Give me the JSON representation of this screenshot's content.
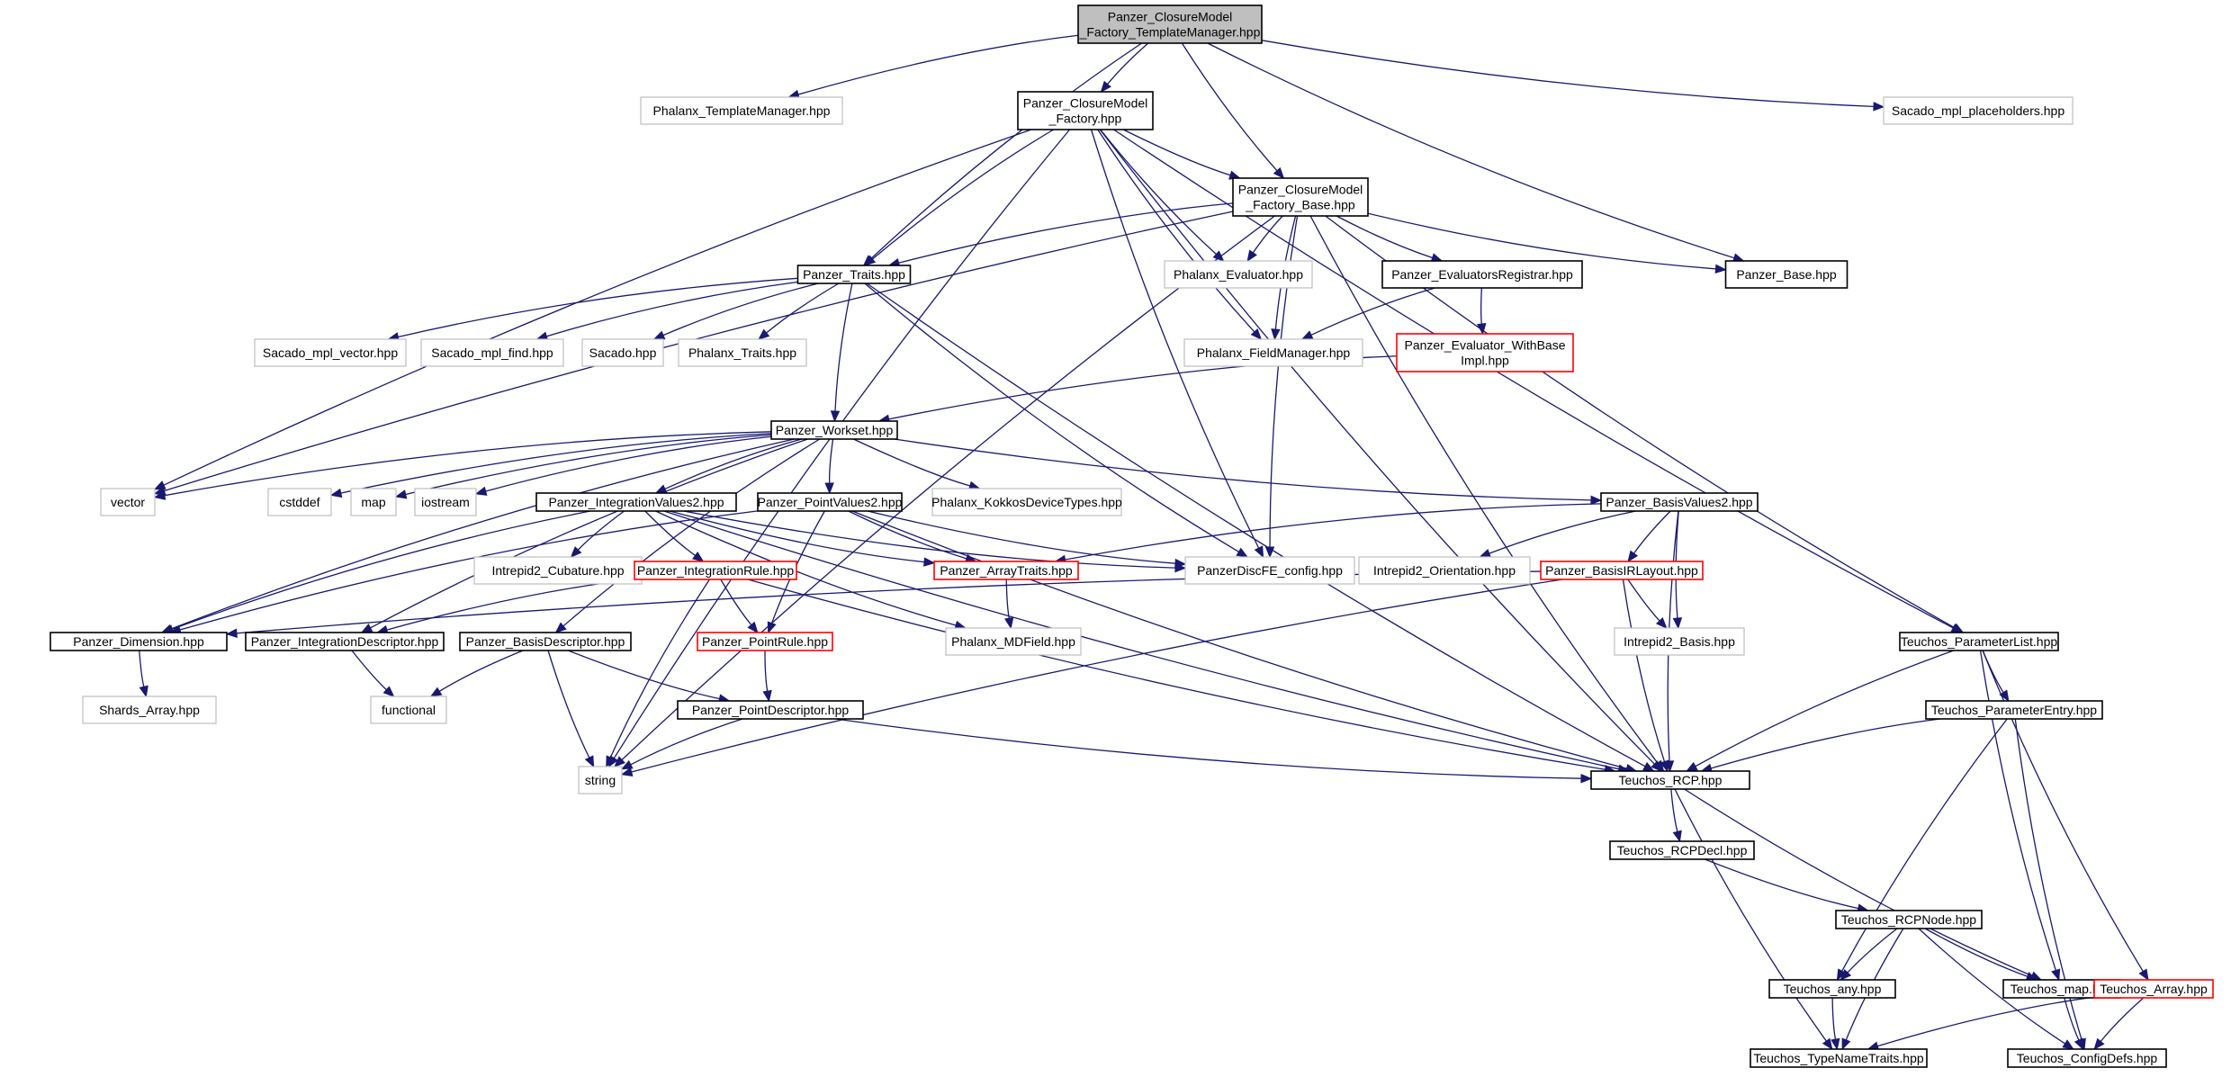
{
  "colors": {
    "edge": "#191970",
    "root_fill": "#bfbfbf",
    "node_fill": "#ffffff",
    "border_normal": "#000000",
    "border_external": "#bfbfbf",
    "border_truncated": "#ff0000"
  },
  "nodes": [
    {
      "id": "root",
      "lines": [
        "Panzer_ClosureModel",
        "_Factory_TemplateManager.hpp"
      ],
      "style": "root"
    },
    {
      "id": "phx_tm",
      "lines": [
        "Phalanx_TemplateManager.hpp"
      ],
      "style": "external"
    },
    {
      "id": "cmf",
      "lines": [
        "Panzer_ClosureModel",
        "_Factory.hpp"
      ],
      "style": "normal"
    },
    {
      "id": "sacado_ph",
      "lines": [
        "Sacado_mpl_placeholders.hpp"
      ],
      "style": "external"
    },
    {
      "id": "cmfb",
      "lines": [
        "Panzer_ClosureModel",
        "_Factory_Base.hpp"
      ],
      "style": "normal"
    },
    {
      "id": "traits",
      "lines": [
        "Panzer_Traits.hpp"
      ],
      "style": "normal"
    },
    {
      "id": "phx_eval",
      "lines": [
        "Phalanx_Evaluator.hpp"
      ],
      "style": "external"
    },
    {
      "id": "evalreg",
      "lines": [
        "Panzer_EvaluatorsRegistrar.hpp"
      ],
      "style": "normal"
    },
    {
      "id": "base",
      "lines": [
        "Panzer_Base.hpp"
      ],
      "style": "normal"
    },
    {
      "id": "sac_vec",
      "lines": [
        "Sacado_mpl_vector.hpp"
      ],
      "style": "external"
    },
    {
      "id": "sac_find",
      "lines": [
        "Sacado_mpl_find.hpp"
      ],
      "style": "external"
    },
    {
      "id": "sacado",
      "lines": [
        "Sacado.hpp"
      ],
      "style": "external"
    },
    {
      "id": "phx_traits",
      "lines": [
        "Phalanx_Traits.hpp"
      ],
      "style": "external"
    },
    {
      "id": "phx_fm",
      "lines": [
        "Phalanx_FieldManager.hpp"
      ],
      "style": "external"
    },
    {
      "id": "evalwb",
      "lines": [
        "Panzer_Evaluator_WithBase",
        "Impl.hpp"
      ],
      "style": "truncated"
    },
    {
      "id": "workset",
      "lines": [
        "Panzer_Workset.hpp"
      ],
      "style": "normal"
    },
    {
      "id": "vector",
      "lines": [
        "vector"
      ],
      "style": "external"
    },
    {
      "id": "cstddef",
      "lines": [
        "cstddef"
      ],
      "style": "external"
    },
    {
      "id": "map",
      "lines": [
        "map"
      ],
      "style": "external"
    },
    {
      "id": "iostream",
      "lines": [
        "iostream"
      ],
      "style": "external"
    },
    {
      "id": "iv2",
      "lines": [
        "Panzer_IntegrationValues2.hpp"
      ],
      "style": "normal"
    },
    {
      "id": "pv2",
      "lines": [
        "Panzer_PointValues2.hpp"
      ],
      "style": "normal"
    },
    {
      "id": "kokkos",
      "lines": [
        "Phalanx_KokkosDeviceTypes.hpp"
      ],
      "style": "external"
    },
    {
      "id": "bv2",
      "lines": [
        "Panzer_BasisValues2.hpp"
      ],
      "style": "normal"
    },
    {
      "id": "int2cub",
      "lines": [
        "Intrepid2_Cubature.hpp"
      ],
      "style": "external"
    },
    {
      "id": "intrule",
      "lines": [
        "Panzer_IntegrationRule.hpp"
      ],
      "style": "truncated"
    },
    {
      "id": "arrtraits",
      "lines": [
        "Panzer_ArrayTraits.hpp"
      ],
      "style": "truncated"
    },
    {
      "id": "discfe",
      "lines": [
        "PanzerDiscFE_config.hpp"
      ],
      "style": "external"
    },
    {
      "id": "int2orient",
      "lines": [
        "Intrepid2_Orientation.hpp"
      ],
      "style": "external"
    },
    {
      "id": "basisir",
      "lines": [
        "Panzer_BasisIRLayout.hpp"
      ],
      "style": "truncated"
    },
    {
      "id": "dim",
      "lines": [
        "Panzer_Dimension.hpp"
      ],
      "style": "normal"
    },
    {
      "id": "intdesc",
      "lines": [
        "Panzer_IntegrationDescriptor.hpp"
      ],
      "style": "normal"
    },
    {
      "id": "basisdesc",
      "lines": [
        "Panzer_BasisDescriptor.hpp"
      ],
      "style": "normal"
    },
    {
      "id": "pointrule",
      "lines": [
        "Panzer_PointRule.hpp"
      ],
      "style": "truncated"
    },
    {
      "id": "mdfield",
      "lines": [
        "Phalanx_MDField.hpp"
      ],
      "style": "external"
    },
    {
      "id": "int2basis",
      "lines": [
        "Intrepid2_Basis.hpp"
      ],
      "style": "external"
    },
    {
      "id": "plist",
      "lines": [
        "Teuchos_ParameterList.hpp"
      ],
      "style": "normal"
    },
    {
      "id": "shards",
      "lines": [
        "Shards_Array.hpp"
      ],
      "style": "external"
    },
    {
      "id": "functional",
      "lines": [
        "functional"
      ],
      "style": "external"
    },
    {
      "id": "ptdesc",
      "lines": [
        "Panzer_PointDescriptor.hpp"
      ],
      "style": "normal"
    },
    {
      "id": "pentry",
      "lines": [
        "Teuchos_ParameterEntry.hpp"
      ],
      "style": "normal"
    },
    {
      "id": "string",
      "lines": [
        "string"
      ],
      "style": "external"
    },
    {
      "id": "rcp",
      "lines": [
        "Teuchos_RCP.hpp"
      ],
      "style": "normal"
    },
    {
      "id": "rcpdecl",
      "lines": [
        "Teuchos_RCPDecl.hpp"
      ],
      "style": "normal"
    },
    {
      "id": "rcpnode",
      "lines": [
        "Teuchos_RCPNode.hpp"
      ],
      "style": "normal"
    },
    {
      "id": "any",
      "lines": [
        "Teuchos_any.hpp"
      ],
      "style": "normal"
    },
    {
      "id": "tmap",
      "lines": [
        "Teuchos_map.hpp"
      ],
      "style": "normal"
    },
    {
      "id": "tarray",
      "lines": [
        "Teuchos_Array.hpp"
      ],
      "style": "truncated"
    },
    {
      "id": "typename",
      "lines": [
        "Teuchos_TypeNameTraits.hpp"
      ],
      "style": "normal"
    },
    {
      "id": "configdefs",
      "lines": [
        "Teuchos_ConfigDefs.hpp"
      ],
      "style": "normal"
    }
  ],
  "edges": [
    [
      "root",
      "phx_tm"
    ],
    [
      "root",
      "cmf"
    ],
    [
      "root",
      "sacado_ph"
    ],
    [
      "root",
      "cmfb"
    ],
    [
      "root",
      "traits"
    ],
    [
      "root",
      "base"
    ],
    [
      "cmf",
      "cmfb"
    ],
    [
      "cmf",
      "traits"
    ],
    [
      "cmf",
      "phx_eval"
    ],
    [
      "cmf",
      "phx_fm"
    ],
    [
      "cmf",
      "string"
    ],
    [
      "cmf",
      "vector"
    ],
    [
      "cmf",
      "discfe"
    ],
    [
      "cmf",
      "rcp"
    ],
    [
      "cmf",
      "plist"
    ],
    [
      "cmfb",
      "traits"
    ],
    [
      "cmfb",
      "phx_eval"
    ],
    [
      "cmfb",
      "evalreg"
    ],
    [
      "cmfb",
      "base"
    ],
    [
      "cmfb",
      "phx_fm"
    ],
    [
      "cmfb",
      "string"
    ],
    [
      "cmfb",
      "vector"
    ],
    [
      "cmfb",
      "discfe"
    ],
    [
      "cmfb",
      "rcp"
    ],
    [
      "cmfb",
      "plist"
    ],
    [
      "traits",
      "sac_vec"
    ],
    [
      "traits",
      "sac_find"
    ],
    [
      "traits",
      "sacado"
    ],
    [
      "traits",
      "phx_traits"
    ],
    [
      "traits",
      "workset"
    ],
    [
      "traits",
      "discfe"
    ],
    [
      "traits",
      "rcp"
    ],
    [
      "evalreg",
      "phx_fm"
    ],
    [
      "evalreg",
      "evalwb"
    ],
    [
      "evalwb",
      "workset"
    ],
    [
      "workset",
      "vector"
    ],
    [
      "workset",
      "cstddef"
    ],
    [
      "workset",
      "map"
    ],
    [
      "workset",
      "iostream"
    ],
    [
      "workset",
      "iv2"
    ],
    [
      "workset",
      "pv2"
    ],
    [
      "workset",
      "kokkos"
    ],
    [
      "workset",
      "bv2"
    ],
    [
      "workset",
      "dim"
    ],
    [
      "workset",
      "intdesc"
    ],
    [
      "workset",
      "basisdesc"
    ],
    [
      "iv2",
      "int2cub"
    ],
    [
      "iv2",
      "intrule"
    ],
    [
      "iv2",
      "arrtraits"
    ],
    [
      "iv2",
      "discfe"
    ],
    [
      "iv2",
      "mdfield"
    ],
    [
      "iv2",
      "dim"
    ],
    [
      "iv2",
      "rcp"
    ],
    [
      "pv2",
      "pointrule"
    ],
    [
      "pv2",
      "arrtraits"
    ],
    [
      "pv2",
      "discfe"
    ],
    [
      "pv2",
      "dim"
    ],
    [
      "pv2",
      "rcp"
    ],
    [
      "bv2",
      "arrtraits"
    ],
    [
      "bv2",
      "int2orient"
    ],
    [
      "bv2",
      "basisir"
    ],
    [
      "bv2",
      "int2basis"
    ],
    [
      "bv2",
      "rcp"
    ],
    [
      "intrule",
      "pointrule"
    ],
    [
      "intrule",
      "intdesc"
    ],
    [
      "intrule",
      "string"
    ],
    [
      "intrule",
      "rcp"
    ],
    [
      "arrtraits",
      "mdfield"
    ],
    [
      "basisir",
      "dim"
    ],
    [
      "basisir",
      "int2basis"
    ],
    [
      "basisir",
      "string"
    ],
    [
      "basisir",
      "rcp"
    ],
    [
      "basisdesc",
      "functional"
    ],
    [
      "basisdesc",
      "ptdesc"
    ],
    [
      "basisdesc",
      "string"
    ],
    [
      "intdesc",
      "functional"
    ],
    [
      "pointrule",
      "ptdesc"
    ],
    [
      "ptdesc",
      "string"
    ],
    [
      "ptdesc",
      "rcp"
    ],
    [
      "dim",
      "shards"
    ],
    [
      "plist",
      "pentry"
    ],
    [
      "plist",
      "rcp"
    ],
    [
      "plist",
      "tmap"
    ],
    [
      "plist",
      "tarray"
    ],
    [
      "pentry",
      "rcp"
    ],
    [
      "pentry",
      "any"
    ],
    [
      "pentry",
      "configdefs"
    ],
    [
      "rcp",
      "rcpdecl"
    ],
    [
      "rcp",
      "tmap"
    ],
    [
      "rcp",
      "typename"
    ],
    [
      "rcpdecl",
      "rcpnode"
    ],
    [
      "rcpnode",
      "any"
    ],
    [
      "rcpnode",
      "tmap"
    ],
    [
      "rcpnode",
      "typename"
    ],
    [
      "rcpnode",
      "configdefs"
    ],
    [
      "any",
      "typename"
    ],
    [
      "tmap",
      "configdefs"
    ],
    [
      "tarray",
      "typename"
    ],
    [
      "tarray",
      "configdefs"
    ]
  ]
}
